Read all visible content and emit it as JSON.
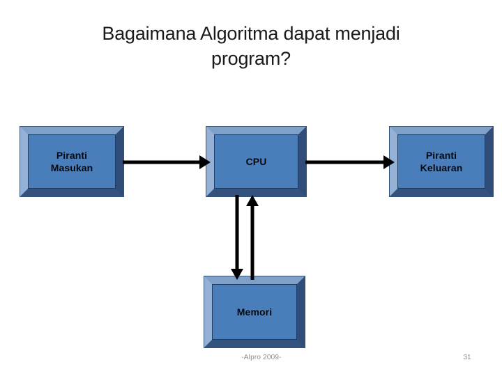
{
  "slide": {
    "title": "Bagaimana Algoritma dapat menjadi program?",
    "title_line1": "Bagaimana Algoritma dapat menjadi",
    "title_line2": "program?",
    "background_color": "#ffffff"
  },
  "diagram": {
    "type": "block-flow",
    "box_fill_color": "#4a7ebb",
    "box_bevel_light_color": "#95b2d6",
    "box_bevel_dark_color": "#2f4d78",
    "arrow_color": "#000000",
    "nodes": [
      {
        "id": "masukan",
        "label": "Piranti\nMasukan",
        "label_line1": "Piranti",
        "label_line2": "Masukan"
      },
      {
        "id": "cpu",
        "label": "CPU",
        "label_line1": "CPU",
        "label_line2": ""
      },
      {
        "id": "keluaran",
        "label": "Piranti\nKeluaran",
        "label_line1": "Piranti",
        "label_line2": "Keluaran"
      },
      {
        "id": "memori",
        "label": "Memori",
        "label_line1": "Memori",
        "label_line2": ""
      }
    ],
    "edges": [
      {
        "id": "masukan-to-cpu",
        "from": "masukan",
        "to": "cpu",
        "direction": "right"
      },
      {
        "id": "cpu-to-keluaran",
        "from": "cpu",
        "to": "keluaran",
        "direction": "right"
      },
      {
        "id": "cpu-to-memori",
        "from": "cpu",
        "to": "memori",
        "direction": "down"
      },
      {
        "id": "memori-to-cpu",
        "from": "memori",
        "to": "cpu",
        "direction": "up"
      }
    ]
  },
  "footer": {
    "note": "-Alpro 2009-",
    "page_number": "31"
  }
}
